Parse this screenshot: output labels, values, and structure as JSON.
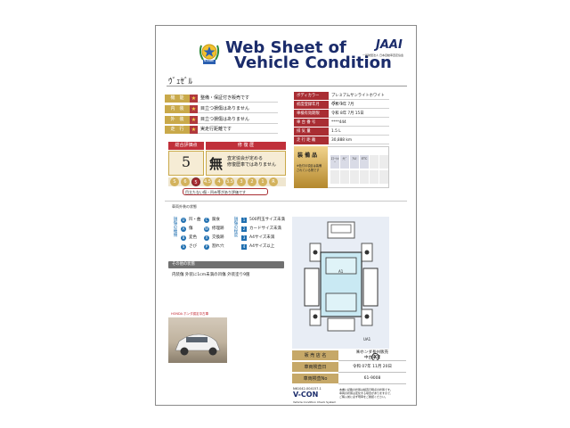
{
  "header": {
    "title_line1": "Web Sheet of",
    "title_line2": "Vehicle Condition",
    "vcon_badge": "V-CON",
    "jaai_logo": "JAAI",
    "jaai_subtitle": "一般財団法人 日本自動車査定協会"
  },
  "vehicle_name": "ｳﾞｪｾﾞﾙ",
  "condition_rows": [
    {
      "label": "機　能",
      "value": "整備・保証付き販売です"
    },
    {
      "label": "内　装",
      "value": "目立つ損傷はありません"
    },
    {
      "label": "外　装",
      "value": "目立つ損傷はありません"
    },
    {
      "label": "走　行",
      "value": "実走行距離です"
    }
  ],
  "specs": [
    {
      "label": "ボディカラー",
      "value": "プレミアムサンライトホワイト パール"
    },
    {
      "label": "初度登録年月",
      "value": "令和 3年 7月"
    },
    {
      "label": "車検有効期限",
      "value": "令和 8年 7月 15日"
    },
    {
      "label": "車 台 番 号",
      "value": "****444"
    },
    {
      "label": "排 気 量",
      "value": "1.5 L"
    },
    {
      "label": "走 行 距 離",
      "value": "30,888 km"
    }
  ],
  "evaluation": {
    "overall_label": "総合評価点",
    "history_label": "修 復 歴",
    "score": "5",
    "history_value": "無",
    "history_desc_1": "査定協会が定める",
    "history_desc_2": "修復歴車ではありません",
    "scale_note": "目立たない傷・凹み等があり評価です",
    "scale": [
      "S",
      "6",
      "5",
      "4.5",
      "4",
      "3.5",
      "3",
      "2",
      "1",
      "R"
    ]
  },
  "equipment": {
    "title": "装 備 品",
    "note_1": "※色付の項目は装備",
    "note_2": "されている物です",
    "items": [
      "ｽﾏｰﾄｷｰ",
      "ﾅﾋﾞ",
      "ｱﾙﾐ",
      "ETC",
      "",
      "",
      "",
      "",
      "",
      "",
      "",
      ""
    ]
  },
  "legend": {
    "section_title": "車両外装の状態",
    "damage_title": "損傷の種類",
    "size_title": "損傷の程度",
    "items": [
      {
        "code": "U",
        "label": "凹・曲"
      },
      {
        "code": "C",
        "label": "腐食"
      },
      {
        "code": "A",
        "label": "傷"
      },
      {
        "code": "W",
        "label": "修理跡"
      },
      {
        "code": "B",
        "label": "変色"
      },
      {
        "code": "X",
        "label": "交換跡"
      },
      {
        "code": "S",
        "label": "さび"
      },
      {
        "code": "P",
        "label": "割れ穴"
      }
    ],
    "sizes": [
      {
        "code": "1",
        "label": "500円玉サイズ未満"
      },
      {
        "code": "2",
        "label": "カードサイズ未満"
      },
      {
        "code": "3",
        "label": "A4サイズ未満"
      },
      {
        "code": "4",
        "label": "A4サイズ以上"
      }
    ]
  },
  "other": {
    "title": "その他の状態",
    "text": "内装傷 外装に1cm未満の凹傷 外装塗り9箇"
  },
  "diagram": {
    "marks": [
      "A1",
      "UA1"
    ],
    "x_mark": "X"
  },
  "photo_caption": "HONDA ホンダ認定中古車",
  "dealer": [
    {
      "label": "販 売 店 名",
      "value_1": "㈱ホンダ長州販売",
      "value_2": "中古車課"
    },
    {
      "label": "車両検査日",
      "value_1": "令和 07年 11月 20日",
      "value_2": ""
    },
    {
      "label": "車両検査No",
      "value_1": "61-9008",
      "value_2": ""
    }
  ],
  "footer": {
    "code": "N61042-004157-1",
    "brand": "V-CON",
    "subtitle": "Vehicle Condition Check System",
    "note_1": "本書に記載の状態は検査日時点の状態です。",
    "note_2": "車両の状態は変化する場合がありますので、",
    "note_3": "ご購入前に必ず現車をご確認ください。"
  },
  "colors": {
    "title_blue": "#1b2c6b",
    "label_red": "#a92d33",
    "label_gold": "#c9a94a",
    "legend_blue": "#1f6fb0"
  }
}
